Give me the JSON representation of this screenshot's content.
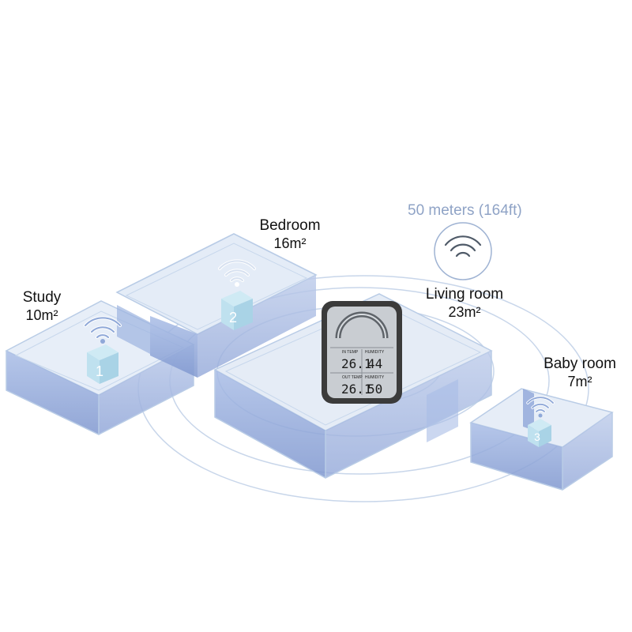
{
  "range": {
    "label": "50 meters (164ft)",
    "icon": "wifi-icon"
  },
  "rooms": [
    {
      "name": "Study",
      "area": "10m²",
      "sensor": "1"
    },
    {
      "name": "Bedroom",
      "area": "16m²",
      "sensor": "2"
    },
    {
      "name": "Living room",
      "area": "23m²",
      "sensor": ""
    },
    {
      "name": "Baby room",
      "area": "7m²",
      "sensor": "3"
    }
  ],
  "display": {
    "in_temp_label": "IN TEMP",
    "in_temp_value": "26.1",
    "in_humidity_label": "HUMIDITY",
    "in_humidity_value": "44",
    "out_temp_label": "OUT TEMP",
    "out_temp_value": "26.1",
    "out_humidity_label": "HUMIDITY",
    "out_humidity_value": "50",
    "unit_c": "°C",
    "unit_pct": "%"
  },
  "colors": {
    "room_fill": "#8fa8d8",
    "room_top": "#e4ecf7",
    "outline": "#b9cce6",
    "range_text": "#8fa3c6",
    "device_frame": "#3b3b3b",
    "device_screen": "#c9cdd2"
  }
}
